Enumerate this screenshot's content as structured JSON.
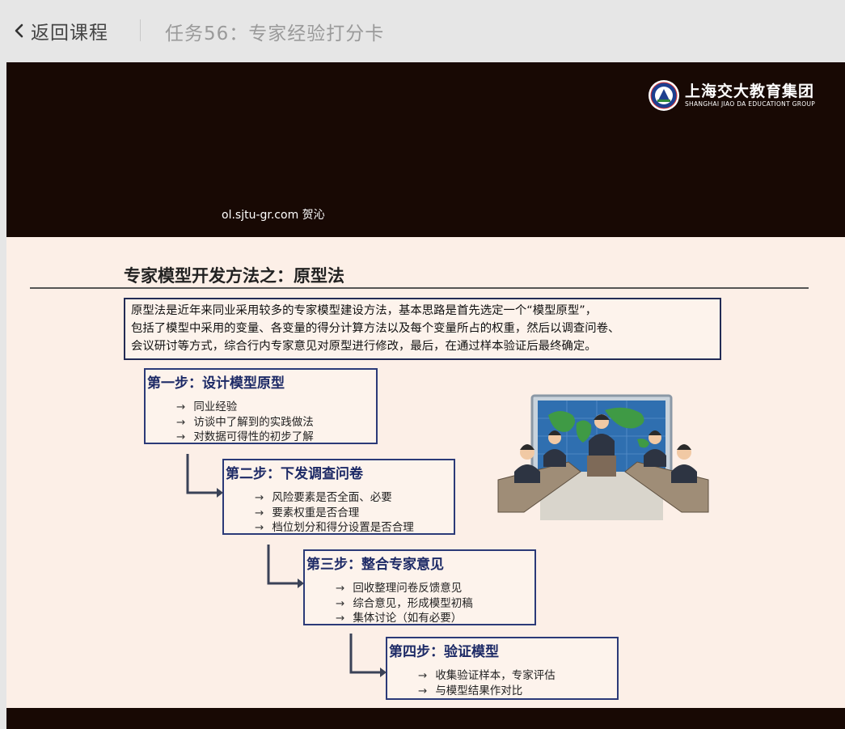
{
  "header": {
    "back_label": "返回课程",
    "course_title": "任务56：专家经验打分卡"
  },
  "video": {
    "logo_cn": "上海交大教育集团",
    "logo_en": "SHANGHAI JIAO DA EDUCATIONT GROUP",
    "watermark": "ol.sjtu-gr.com 贺沁"
  },
  "slide": {
    "title": "专家模型开发方法之：原型法",
    "intro": [
      "原型法是近年来同业采用较多的专家模型建设方法，基本思路是首先选定一个“模型原型”，",
      "包括了模型中采用的变量、各变量的得分计算方法以及每个变量所占的权重，然后以调查问卷、",
      "会议研讨等方式，综合行内专家意见对原型进行修改，最后，在通过样本验证后最终确定。"
    ],
    "arrow": "→",
    "steps": [
      {
        "title": "第一步：设计模型原型",
        "items": [
          "同业经验",
          "访谈中了解到的实践做法",
          "对数据可得性的初步了解"
        ]
      },
      {
        "title": "第二步：下发调查问卷",
        "items": [
          "风险要素是否全面、必要",
          "要素权重是否合理",
          "档位划分和得分设置是否合理"
        ]
      },
      {
        "title": "第三步：整合专家意见",
        "items": [
          "回收整理问卷反馈意见",
          "综合意见，形成模型初稿",
          "集体讨论（如有必要）"
        ]
      },
      {
        "title": "第四步：验证模型",
        "items": [
          "收集验证样本，专家评估",
          "与模型结果作对比"
        ]
      }
    ]
  }
}
